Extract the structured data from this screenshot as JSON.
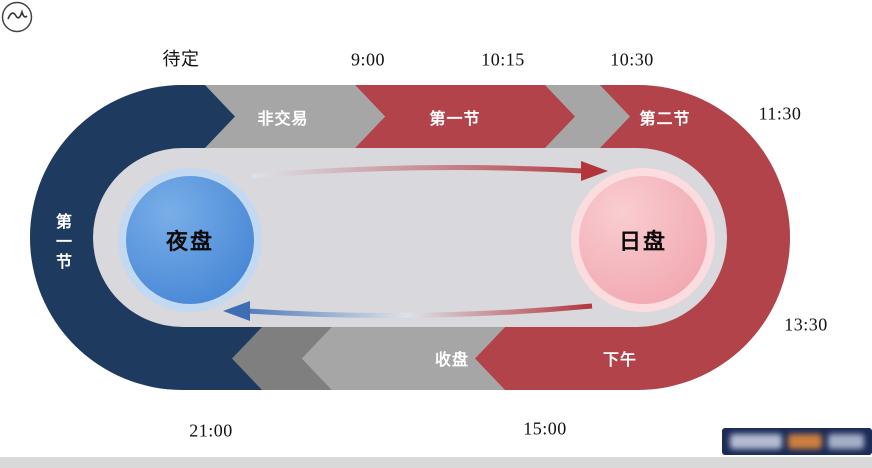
{
  "times": {
    "tbd": "待定",
    "morning_open": "9:00",
    "morning_break_start": "10:15",
    "morning_break_end": "10:30",
    "lunch_break_start": "11:30",
    "afternoon_open": "13:30",
    "market_close": "15:00",
    "night_open": "21:00"
  },
  "segments": {
    "night_session": "第一节",
    "non_trading": "非交易",
    "session_one": "第一节",
    "session_two": "第二节",
    "afternoon": "下午",
    "closing": "收盘"
  },
  "nodes": {
    "night_market": "夜盘",
    "day_market": "日盘"
  },
  "colors": {
    "navy": "#1e3a5f",
    "red": "#b2434a",
    "gray_segment": "#a6a6a6",
    "gray_dark": "#7f7f7f",
    "track_base": "#c7c6cb",
    "inner_fill": "#d9d8dd",
    "night_light": "#79aee8",
    "night_dark": "#3d7fd2",
    "night_ring": "#c3d9f2",
    "day_light": "#f9cdd1",
    "day_dark": "#f0a0aa",
    "day_ring": "#fbdcdf",
    "arrow_red": "#b2353c",
    "arrow_pale": "#dde2e9",
    "arrow_blue": "#3e6db3"
  }
}
